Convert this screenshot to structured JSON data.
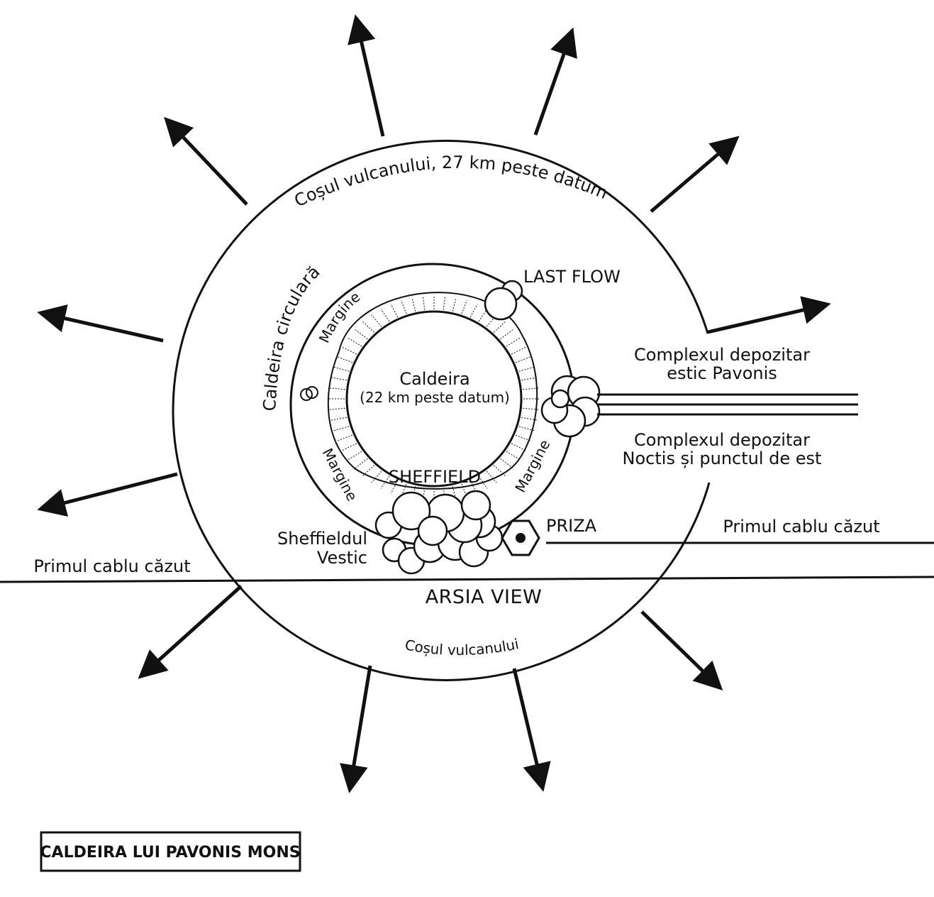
{
  "title": "CALDEIRA LUI PAVONIS MONS",
  "labels": {
    "outer_rim_top": "Coșul vulcanului, 27 km peste datum",
    "outer_rim_bottom": "Coșul vulcanului",
    "caldera_ring": "Caldeira circulară",
    "rim_nw": "Margine",
    "rim_sw": "Margine",
    "rim_se": "Margine",
    "caldera_name": "Caldeira",
    "caldera_height": "(22 km peste datum)",
    "sheffield": "SHEFFIELD",
    "last_flow": "LAST FLOW",
    "east_depot_1": "Complexul depozitar",
    "east_depot_2": "estic Pavonis",
    "noctis_depot_1": "Complexul depozitar",
    "noctis_depot_2": "Noctis și punctul de est",
    "priza": "PRIZA",
    "cable_right": "Primul cablu căzut",
    "cable_left": "Primul cablu căzut",
    "west_sheffield_1": "Sheffieldul",
    "west_sheffield_2": "Vestic",
    "arsia_view": "ARSIA VIEW"
  }
}
